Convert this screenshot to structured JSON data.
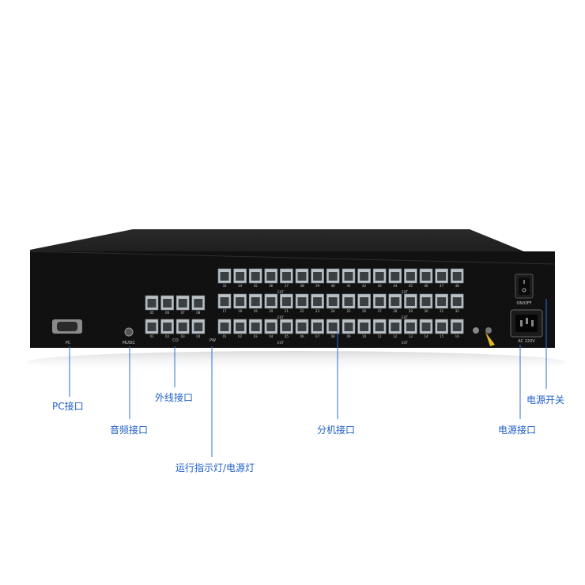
{
  "device": {
    "ports": {
      "ext_row_top_left": [
        "33",
        "34",
        "35",
        "36",
        "37",
        "38",
        "39",
        "40"
      ],
      "ext_row_top_right": [
        "41",
        "42",
        "43",
        "44",
        "45",
        "46",
        "47",
        "48"
      ],
      "ext_row_mid_left": [
        "17",
        "18",
        "19",
        "20",
        "21",
        "22",
        "23",
        "24"
      ],
      "ext_row_mid_right": [
        "25",
        "26",
        "27",
        "28",
        "29",
        "30",
        "31",
        "32"
      ],
      "ext_row_bot_left": [
        "01",
        "02",
        "03",
        "04",
        "05",
        "06",
        "07",
        "08"
      ],
      "ext_row_bot_right": [
        "09",
        "10",
        "11",
        "12",
        "13",
        "14",
        "15",
        "16"
      ],
      "co_top": [
        "05",
        "06",
        "07",
        "08"
      ],
      "co_bottom": [
        "01",
        "02",
        "03",
        "04"
      ]
    },
    "panel_labels": {
      "pc": "PC",
      "music": "MUSIC",
      "co": "CO",
      "pw": "PW",
      "ext": "EXT",
      "on_off": "ON/OFF",
      "ac": "AC 220V"
    }
  },
  "callouts": {
    "pc": "PC接口",
    "music": "音频接口",
    "co": "外线接口",
    "indicator": "运行指示灯/电源灯",
    "ext": "分机接口",
    "power_switch": "电源开关",
    "power_socket": "电源接口"
  },
  "colors": {
    "callout_text": "#1f5fc8",
    "device_body": "#121212",
    "port": "#b9c1c6"
  }
}
